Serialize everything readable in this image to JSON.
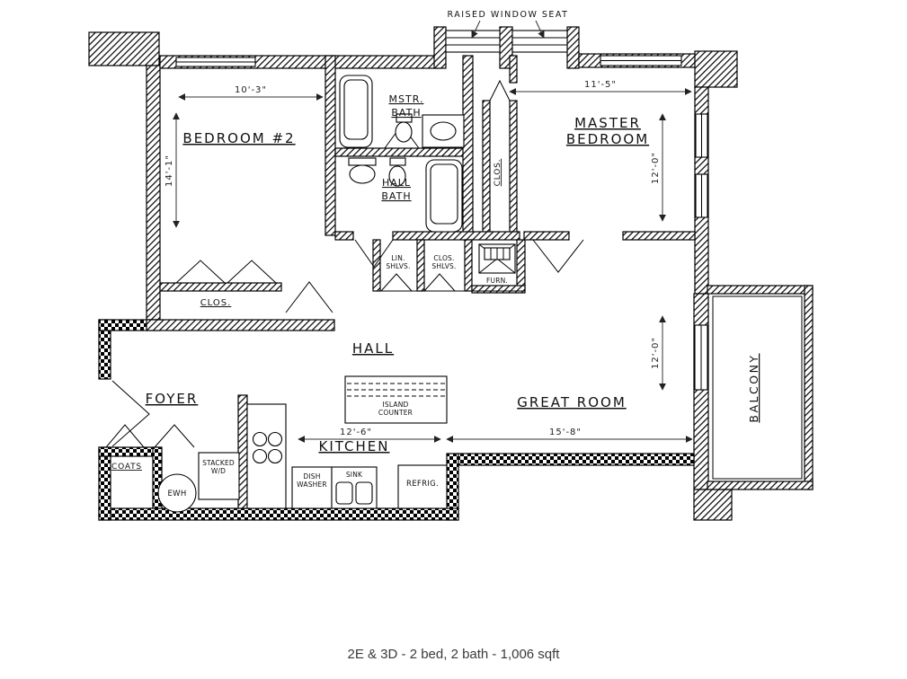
{
  "caption": "2E & 3D - 2 bed, 2 bath - 1,006 sqft",
  "labels": {
    "raised_window_seat": "RAISED WINDOW SEAT",
    "bedroom2": "BEDROOM #2",
    "mstr_bath": [
      "MSTR.",
      "BATH"
    ],
    "master_bedroom": [
      "MASTER",
      "BEDROOM"
    ],
    "hall_bath": [
      "HALL",
      "BATH"
    ],
    "clos_master": "CLOS.",
    "clos_bedroom2": "CLOS.",
    "lin_shlvs": [
      "LIN.",
      "SHLVS."
    ],
    "clos_shlvs": [
      "CLOS.",
      "SHLVS."
    ],
    "furn": "FURN.",
    "hall": "HALL",
    "foyer": "FOYER",
    "great_room": "GREAT ROOM",
    "balcony": "BALCONY",
    "kitchen": "KITCHEN",
    "island_counter": [
      "ISLAND",
      "COUNTER"
    ],
    "coats": "COATS",
    "ewh": "EWH",
    "stacked_wd": [
      "STACKED",
      "W/D"
    ],
    "dish_washer": [
      "DISH",
      "WASHER"
    ],
    "sink": "SINK",
    "refrig": "REFRIG."
  },
  "dimensions": {
    "bedroom2_w": "10'-3\"",
    "bedroom2_h": "14'-1\"",
    "master_w": "11'-5\"",
    "master_h": "12'-0\"",
    "great_room_h": "12'-0\"",
    "kitchen_w": "12'-6\"",
    "great_room_w": "15'-8\""
  }
}
